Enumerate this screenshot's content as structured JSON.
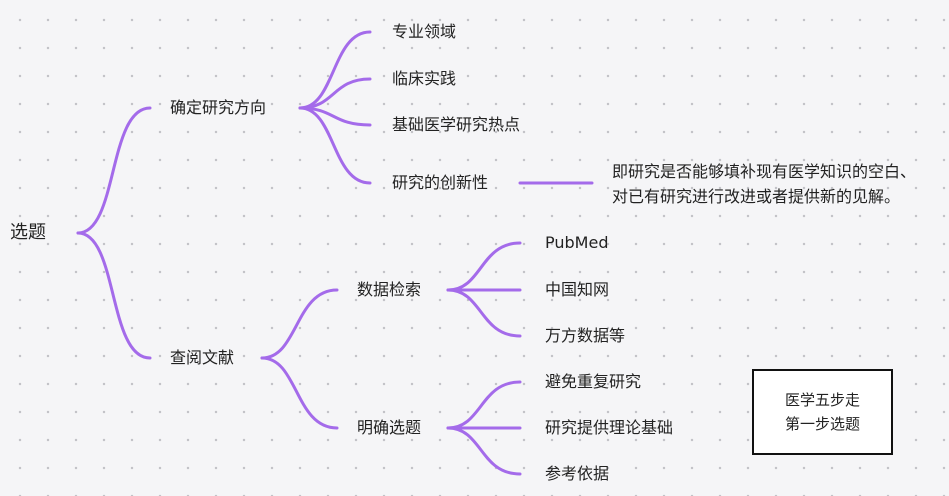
{
  "mindmap": {
    "root": "选题",
    "branch_1": {
      "label": "确定研究方向",
      "children": [
        "专业领域",
        "临床实践",
        "基础医学研究热点",
        "研究的创新性"
      ],
      "note_lines": [
        "即研究是否能够填补现有医学知识的空白、",
        "对已有研究进行改进或者提供新的见解。"
      ]
    },
    "branch_2": {
      "label": "查阅文献",
      "sub_1": {
        "label": "数据检索",
        "children": [
          "PubMed",
          "中国知网",
          "万方数据等"
        ]
      },
      "sub_2": {
        "label": "明确选题",
        "children": [
          "避免重复研究",
          "研究提供理论基础",
          "参考依据"
        ]
      }
    }
  },
  "boxed_note": {
    "lines": [
      "医学五步走",
      "第一步选题"
    ]
  },
  "colors": {
    "connector": "#a46bea",
    "background": "#f5f5f7"
  }
}
